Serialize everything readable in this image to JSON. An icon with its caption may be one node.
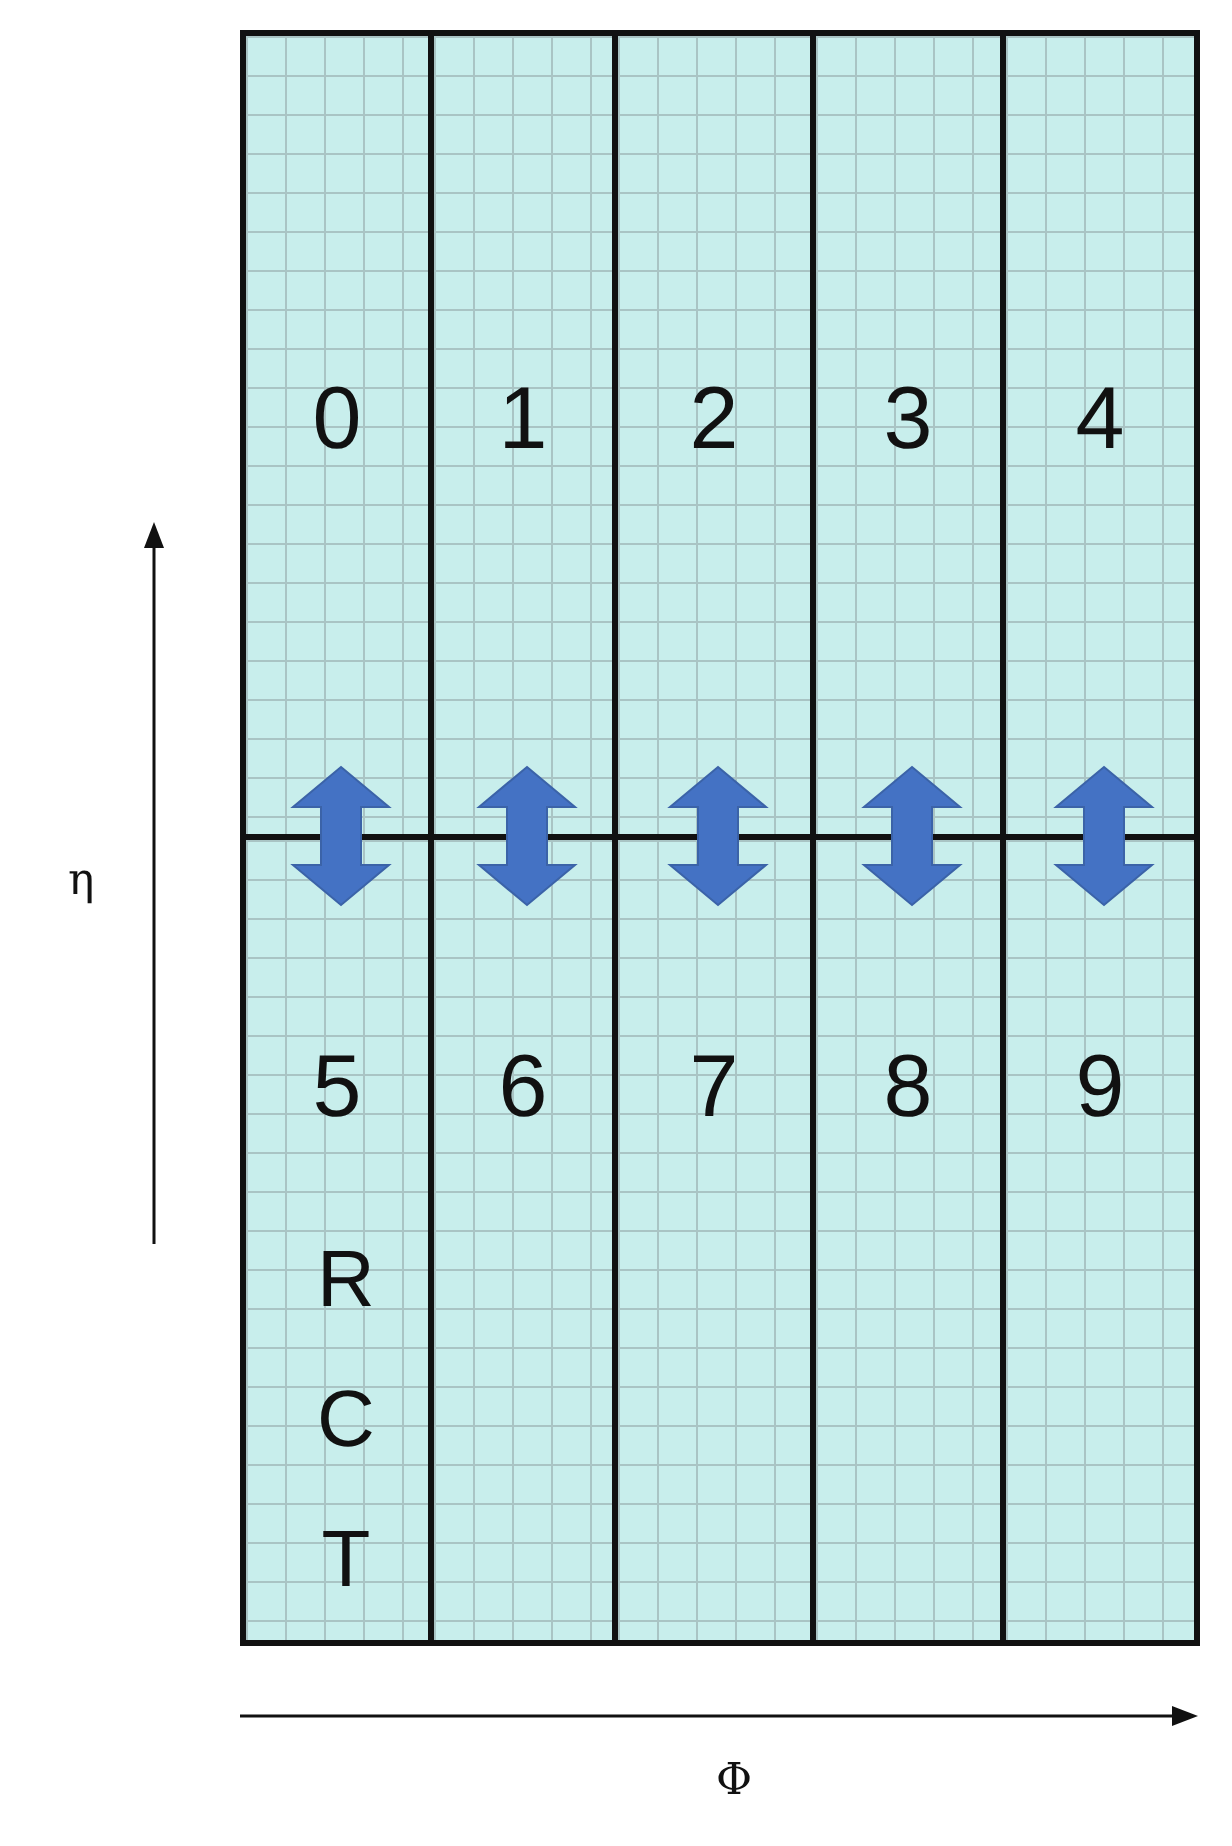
{
  "diagram": {
    "nodes": [
      {
        "text": [
          "0"
        ]
      },
      {
        "text": [
          "1"
        ]
      },
      {
        "text": [
          "2"
        ]
      },
      {
        "text": [
          "3"
        ]
      },
      {
        "text": [
          "4"
        ]
      },
      {
        "text": [
          "5",
          "R C T"
        ]
      },
      {
        "text": [
          "6"
        ]
      },
      {
        "text": [
          "7"
        ]
      },
      {
        "text": [
          "8"
        ]
      },
      {
        "text": [
          "9"
        ]
      }
    ],
    "edges": [
      {
        "from": 0,
        "to": 5,
        "arrow": "both"
      },
      {
        "from": 1,
        "to": 6,
        "arrow": "both"
      },
      {
        "from": 2,
        "to": 7,
        "arrow": "both"
      },
      {
        "from": 3,
        "to": 8,
        "arrow": "both"
      },
      {
        "from": 4,
        "to": 9,
        "arrow": "both"
      }
    ],
    "labels": [
      "η",
      "Φ"
    ]
  }
}
